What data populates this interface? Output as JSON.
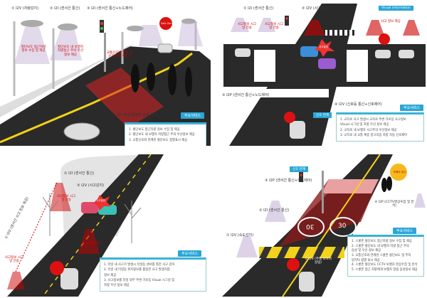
{
  "panels": [
    {
      "labels": [
        "① I2V (차량감지)",
        "② I2I (센서간 통신)",
        "③ I2I (센서간 통신+노드제어)",
        "④ I2V 제공(보행자 알림 제공)"
      ],
      "red_notes": [
        "횡단보도 접근차량 정보 수집 및 제공",
        "횡단보도 내 보행자 차량접근 주의 우선 정보 제공",
        "교통신호와 연계 된 신호 연계 서비스"
      ],
      "badge": "Safe Zone",
      "service_title": "주요서비스",
      "services": [
        "1. 횡단보도 접근차량 정보 수집 및 제공",
        "2. 횡단보도 내 보행자 차량접근 주의 우선정보 제공",
        "3. 교통신호와 연계된 횡단보도 점멸표시 제공"
      ]
    },
    {
      "labels": [
        "① I2I (센서간 통신)",
        "② I2V (사고감지)",
        "③ I2P (센서간 통신+노드제어)",
        "④ I2V (신호등 통신+신호제어)"
      ],
      "visual_tag": "Visual information",
      "signal_tag": "신호 연계",
      "red_notes": [
        "사고정보 시그널 전송",
        "사고정보 시그널 전송",
        "사고 정보 제공",
        "사고발생"
      ],
      "service_title": "주요서비스",
      "services": [
        "1. 교차로 사고 발생시 교차로 주변 가로등 사고정보",
        "Visual 시그널 및 차량 우선 정보 제공",
        "2. 교차로 내 보행자 사고주의 우선정보 제공",
        "3. 교차로 내 교통 체증 알고리즘 차량 자동 신호제어"
      ]
    },
    {
      "labels": [
        "② I2I (센서간 통신)",
        "③ I2V (사고감지)",
        "① I2V (센서간 사고 정보 제공)"
      ],
      "red_notes": [
        "사고정보 시그널 전송",
        "사고정보 시그널 전송",
        "사고 정보 제공",
        "사고발생"
      ],
      "service_title": "주요서비스",
      "services": [
        "1. 터널 내 사고가 발생시 터널등 센서를 통한 사고 감지",
        "2. 터널 내 터널등 위치정보를 활용한 사고 발생지점",
        "   정보 제공",
        "3. 사고정보를 터널 외부 주변 가로등 Visual 시그널 및",
        "   차량 우선 정보 제공"
      ]
    },
    {
      "labels": [
        "③ I2P (센서간 통신+노드제어)",
        "② I2I (센서간 통신)",
        "① I2V (속도감지)",
        "④ I2P (CCTV영상수집 및 분석)",
        "⑤ I2V (주행 보호자 알림)"
      ],
      "signal_tag": "신호 연계",
      "speed": "30",
      "warning": "보행자 경고",
      "service_title": "주요서비스",
      "services": [
        "1. 스쿨존 횡단보도 접근차량 정보 수집 및 제공",
        "2. 스쿨존 횡단보도 내 보행자 차량 접근 주의",
        "   음성 및 우선 정보 제공",
        "3. 교통신호와 연계된 스쿨존 횡단보도 및 주차",
        "   방지턱 점멸 표시 제공",
        "4. 스쿨존 횡단보도 CCTV 보행자 영상수집 및 분석",
        "5. 스쿨존 접근 차량에게 보행자 알림 음성정보 제공"
      ]
    }
  ]
}
